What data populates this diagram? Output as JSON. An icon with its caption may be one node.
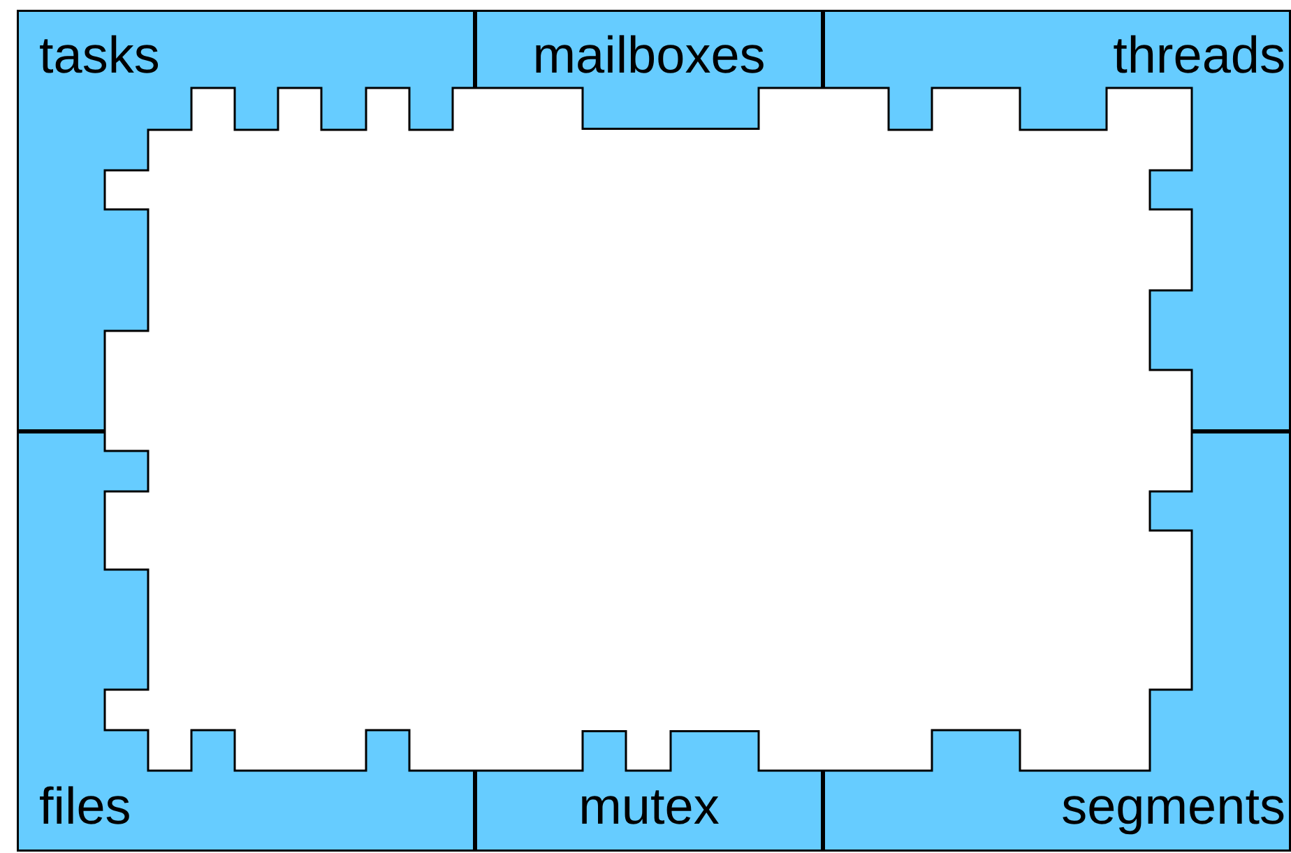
{
  "diagram": {
    "nodes": [
      {
        "text": [
          "tasks"
        ]
      },
      {
        "text": [
          "mailboxes"
        ]
      },
      {
        "text": [
          "threads"
        ]
      },
      {
        "text": [
          "files"
        ]
      },
      {
        "text": [
          "mutex"
        ]
      },
      {
        "text": [
          "segments"
        ]
      }
    ]
  }
}
